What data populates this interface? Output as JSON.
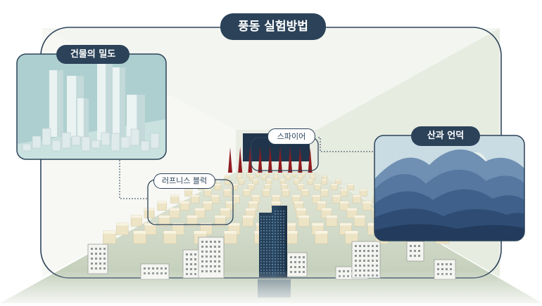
{
  "title": "풍동 실험방법",
  "labels": {
    "density": "건물의 밀도",
    "roughness": "러프니스 블럭",
    "spire": "스파이어",
    "terrain": "산과 언덕"
  },
  "colors": {
    "navy": "#2b4259",
    "spire_red": "#8e1b1f",
    "block": "#ede4c6",
    "tunnel_floor": "#c9d3be",
    "city_panel_bg": "#aecfcf",
    "mountain_dark": "#2c4a6e"
  }
}
